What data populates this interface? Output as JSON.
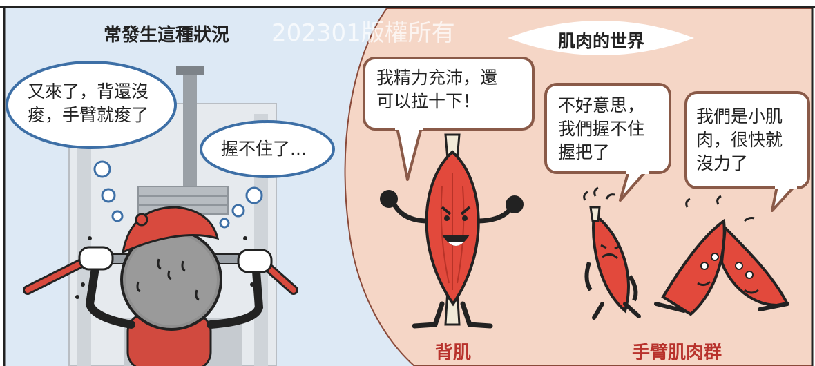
{
  "colors": {
    "left_bg": "#dde9f5",
    "right_bg": "#f5d6c6",
    "muscle_red": "#e2493c",
    "label_red": "#b8322c",
    "bubble_blue_border": "#3d6fa6",
    "bubble_brown_border": "#8a5a48"
  },
  "left_panel": {
    "heading": "常發生這種狀況",
    "watermark": "202301版權所有",
    "bubble_1": {
      "line1": "又來了，背還沒",
      "line2": "痠，手臂就痠了"
    },
    "bubble_2": {
      "line1": "握不住了..."
    }
  },
  "right_panel": {
    "title": "肌肉的世界",
    "bubble_back": {
      "line1": "我精力充沛，還",
      "line2": "可以拉十下！"
    },
    "bubble_arm_1": {
      "line1": "不好意思，",
      "line2": "我們握不住",
      "line3": "握把了"
    },
    "bubble_arm_2": {
      "line1": "我們是小肌",
      "line2": "肉，很快就",
      "line3": "沒力了"
    },
    "label_back": "背肌",
    "label_arm": "手臂肌肉群"
  }
}
